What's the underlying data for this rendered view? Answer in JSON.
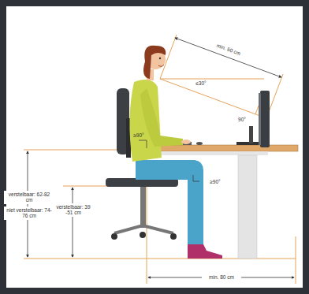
{
  "diagram": {
    "labels": [
      "min. 50 cm",
      "≤30°",
      "90°",
      "≥90°",
      "≥90°",
      "verstelbaar: 62-82 cm",
      "niet verstelbaar: 74-76 cm",
      "verstelbaar: 39 -51 cm",
      "min. 80 cm"
    ]
  }
}
